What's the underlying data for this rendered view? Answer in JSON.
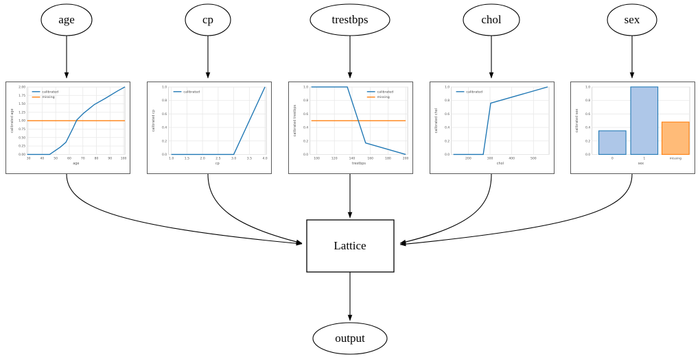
{
  "graph": {
    "title": "Calibrated feature lattice model diagram",
    "input_nodes": [
      {
        "id": "age",
        "label": "age"
      },
      {
        "id": "cp",
        "label": "cp"
      },
      {
        "id": "trestbps",
        "label": "trestbps"
      },
      {
        "id": "chol",
        "label": "chol"
      },
      {
        "id": "sex",
        "label": "sex"
      }
    ],
    "center_node": {
      "id": "lattice",
      "label": "Lattice"
    },
    "output_node": {
      "id": "output",
      "label": "output"
    }
  },
  "colors": {
    "calibrated": "#1f77b4",
    "missing": "#ff7f0e",
    "bar_blue_fill": "#aec7e8",
    "bar_blue_edge": "#1f77b4",
    "bar_orange_fill": "#ffbb78",
    "bar_orange_edge": "#ff7f0e",
    "node_stroke": "#000000",
    "panel_border": "#595959",
    "grid": "#e8e8e8",
    "tick": "#555555"
  },
  "chart_data": [
    {
      "type": "line",
      "id": "age-calibrator",
      "title": "",
      "xlabel": "age",
      "ylabel": "calibrated age",
      "xlim": [
        29,
        101
      ],
      "ylim": [
        -0.08,
        2.08
      ],
      "xticks": [
        30,
        40,
        50,
        60,
        70,
        80,
        90,
        100
      ],
      "yticks": [
        0.0,
        0.25,
        0.5,
        0.75,
        1.0,
        1.25,
        1.5,
        1.75,
        2.0
      ],
      "ytick_labels": [
        "0.00",
        "0.25",
        "0.50",
        "0.75",
        "1.00",
        "1.25",
        "1.50",
        "1.75",
        "2.00"
      ],
      "grid": true,
      "legend": [
        "calibrated",
        "missing"
      ],
      "legend_position": "upper left",
      "series": [
        {
          "name": "calibrated",
          "color": "#1f77b4",
          "x": [
            29,
            45,
            53,
            57,
            62,
            65,
            70,
            78,
            86,
            95,
            101
          ],
          "y": [
            0.0,
            0.0,
            0.22,
            0.36,
            0.77,
            1.02,
            1.22,
            1.47,
            1.66,
            1.87,
            2.0
          ]
        },
        {
          "name": "missing",
          "color": "#ff7f0e",
          "x": [
            29,
            101
          ],
          "y": [
            1.0,
            1.0
          ]
        }
      ]
    },
    {
      "type": "line",
      "id": "cp-calibrator",
      "title": "",
      "xlabel": "cp",
      "ylabel": "calibrated cp",
      "xlim": [
        0.9,
        4.1
      ],
      "ylim": [
        -0.05,
        1.05
      ],
      "xticks": [
        1.0,
        1.5,
        2.0,
        2.5,
        3.0,
        3.5,
        4.0
      ],
      "xtick_labels": [
        "1.0",
        "1.5",
        "2.0",
        "2.5",
        "3.0",
        "3.5",
        "4.0"
      ],
      "yticks": [
        0.0,
        0.2,
        0.4,
        0.6,
        0.8,
        1.0
      ],
      "ytick_labels": [
        "0.0",
        "0.2",
        "0.4",
        "0.6",
        "0.8",
        "1.0"
      ],
      "grid": true,
      "legend": [
        "calibrated"
      ],
      "legend_position": "upper left",
      "series": [
        {
          "name": "calibrated",
          "color": "#1f77b4",
          "x": [
            1.0,
            2.0,
            3.0,
            4.0
          ],
          "y": [
            0.0,
            0.0,
            0.0,
            1.0
          ]
        }
      ]
    },
    {
      "type": "line",
      "id": "trestbps-calibrator",
      "title": "",
      "xlabel": "trestbps",
      "ylabel": "calibrated trestbps",
      "xlim": [
        92,
        202
      ],
      "ylim": [
        -0.05,
        1.05
      ],
      "xticks": [
        100,
        120,
        140,
        160,
        180,
        200
      ],
      "yticks": [
        0.0,
        0.2,
        0.4,
        0.6,
        0.8,
        1.0
      ],
      "ytick_labels": [
        "0.0",
        "0.2",
        "0.4",
        "0.6",
        "0.8",
        "1.0"
      ],
      "grid": true,
      "legend": [
        "calibrated",
        "missing"
      ],
      "legend_position": "upper right",
      "series": [
        {
          "name": "calibrated",
          "color": "#1f77b4",
          "x": [
            94,
            135,
            155,
            200
          ],
          "y": [
            1.0,
            1.0,
            0.17,
            0.0
          ]
        },
        {
          "name": "missing",
          "color": "#ff7f0e",
          "x": [
            94,
            200
          ],
          "y": [
            0.5,
            0.5
          ]
        }
      ]
    },
    {
      "type": "line",
      "id": "chol-calibrator",
      "title": "",
      "xlabel": "chol",
      "ylabel": "calibrated chol",
      "xlim": [
        120,
        570
      ],
      "ylim": [
        -0.05,
        1.05
      ],
      "xticks": [
        200,
        300,
        400,
        500
      ],
      "yticks": [
        0.0,
        0.2,
        0.4,
        0.6,
        0.8,
        1.0
      ],
      "ytick_labels": [
        "0.0",
        "0.2",
        "0.4",
        "0.6",
        "0.8",
        "1.0"
      ],
      "grid": true,
      "legend": [
        "calibrated"
      ],
      "legend_position": "upper left",
      "series": [
        {
          "name": "calibrated",
          "color": "#1f77b4",
          "x": [
            131,
            248,
            282,
            564
          ],
          "y": [
            0.0,
            0.0,
            0.76,
            1.0
          ]
        }
      ]
    },
    {
      "type": "bar",
      "id": "sex-calibrator",
      "title": "",
      "xlabel": "sex",
      "ylabel": "calibrated sex",
      "categories": [
        "0",
        "1",
        "missing"
      ],
      "values": [
        0.35,
        1.0,
        0.48
      ],
      "bar_colors": [
        "#aec7e8",
        "#aec7e8",
        "#ffbb78"
      ],
      "bar_edge_colors": [
        "#1f77b4",
        "#1f77b4",
        "#ff7f0e"
      ],
      "ylim": [
        0.0,
        1.05
      ],
      "yticks": [
        0.0,
        0.2,
        0.4,
        0.6,
        0.8,
        1.0
      ],
      "ytick_labels": [
        "0.0",
        "0.2",
        "0.4",
        "0.6",
        "0.8",
        "1.0"
      ],
      "grid": true,
      "legend": []
    }
  ]
}
